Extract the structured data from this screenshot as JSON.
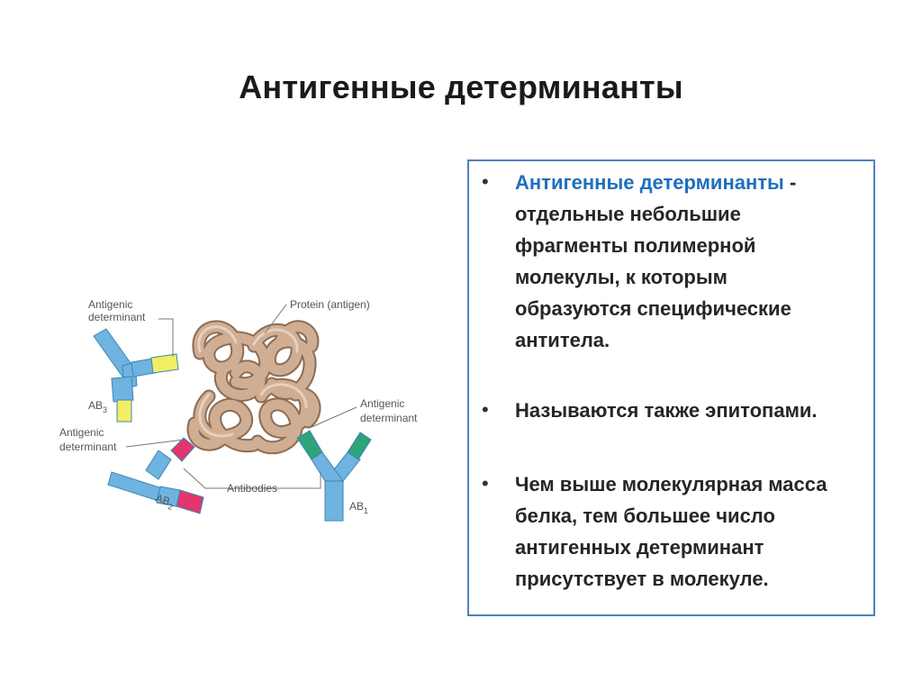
{
  "slide": {
    "title": "Антигенные  детерминанты"
  },
  "textbox": {
    "bullet_char": "•",
    "items": [
      {
        "highlight": "Антигенные детерминанты",
        "highlight_suffix": " -",
        "lines": [
          "отдельные небольшие",
          "фрагменты полимерной",
          "молекулы, к которым",
          "образуются специфические",
          "антитела."
        ]
      },
      {
        "lines": [
          "Называются также эпитопами."
        ]
      },
      {
        "lines": [
          "Чем выше молекулярная масса",
          "белка, тем большее число",
          "антигенных детерминант",
          "присутствует в молекуле."
        ]
      }
    ]
  },
  "figure": {
    "labels": {
      "antigenic_determinant_1_line1": "Antigenic",
      "antigenic_determinant_1_line2": "determinant",
      "antigenic_determinant_2_line1": "Antigenic",
      "antigenic_determinant_2_line2": "determinant",
      "antigenic_determinant_3_line1": "Antigenic",
      "antigenic_determinant_3_line2": "determinant",
      "protein": "Protein (antigen)",
      "antibodies": "Antibodies",
      "ab3": "AB",
      "ab3_sub": "3",
      "ab2": "AB",
      "ab2_sub": "2",
      "ab1": "AB",
      "ab1_sub": "1"
    },
    "colors": {
      "antibody": "#6fb3e0",
      "antibody_stroke": "#3d86b8",
      "determinant_yellow": "#f2ee63",
      "determinant_pink": "#e2366c",
      "determinant_green": "#2fa37a",
      "protein": "#c8a78d",
      "protein_dark": "#8e6c53",
      "label_text": "#555555",
      "leader_line": "#777777"
    }
  }
}
